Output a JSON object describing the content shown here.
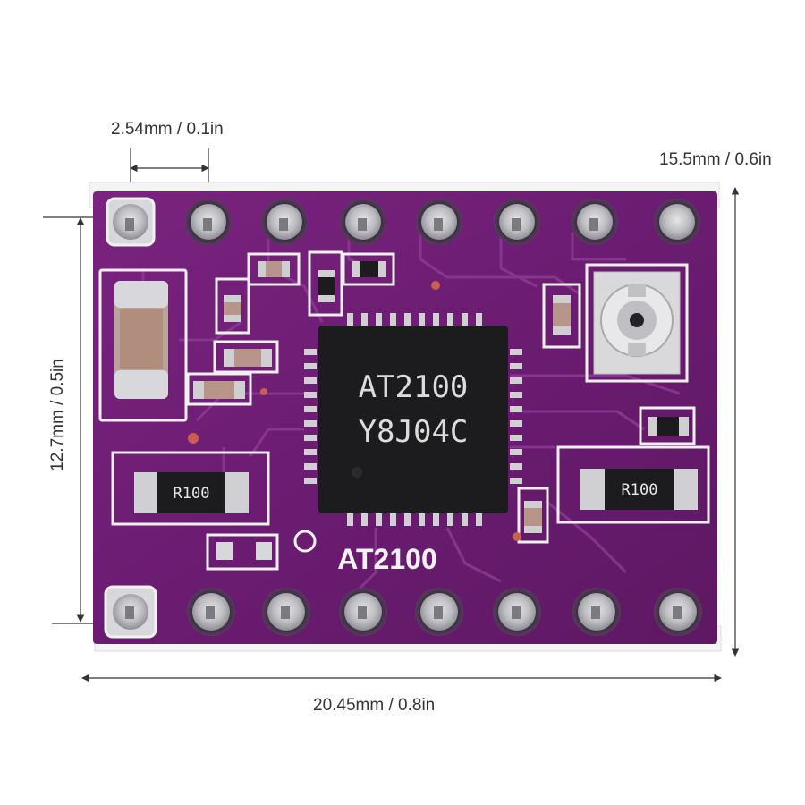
{
  "dimensions": {
    "pin_pitch": "2.54mm / 0.1in",
    "board_height_right": "15.5mm / 0.6in",
    "row_spacing": "12.7mm / 0.5in",
    "board_width": "20.45mm / 0.8in"
  },
  "board": {
    "chip_line1": "AT2100",
    "chip_line2": "Y8J04C",
    "silkscreen_label": "AT2100",
    "resistor_left": "R100",
    "resistor_right": "R100",
    "pins_per_row": 8,
    "colors": {
      "pcb": "#6e1f74",
      "silkscreen": "#f2f2f2",
      "chip": "#1c1c1e",
      "pad": "#c9c9cc",
      "dimension_line": "#333333"
    }
  }
}
